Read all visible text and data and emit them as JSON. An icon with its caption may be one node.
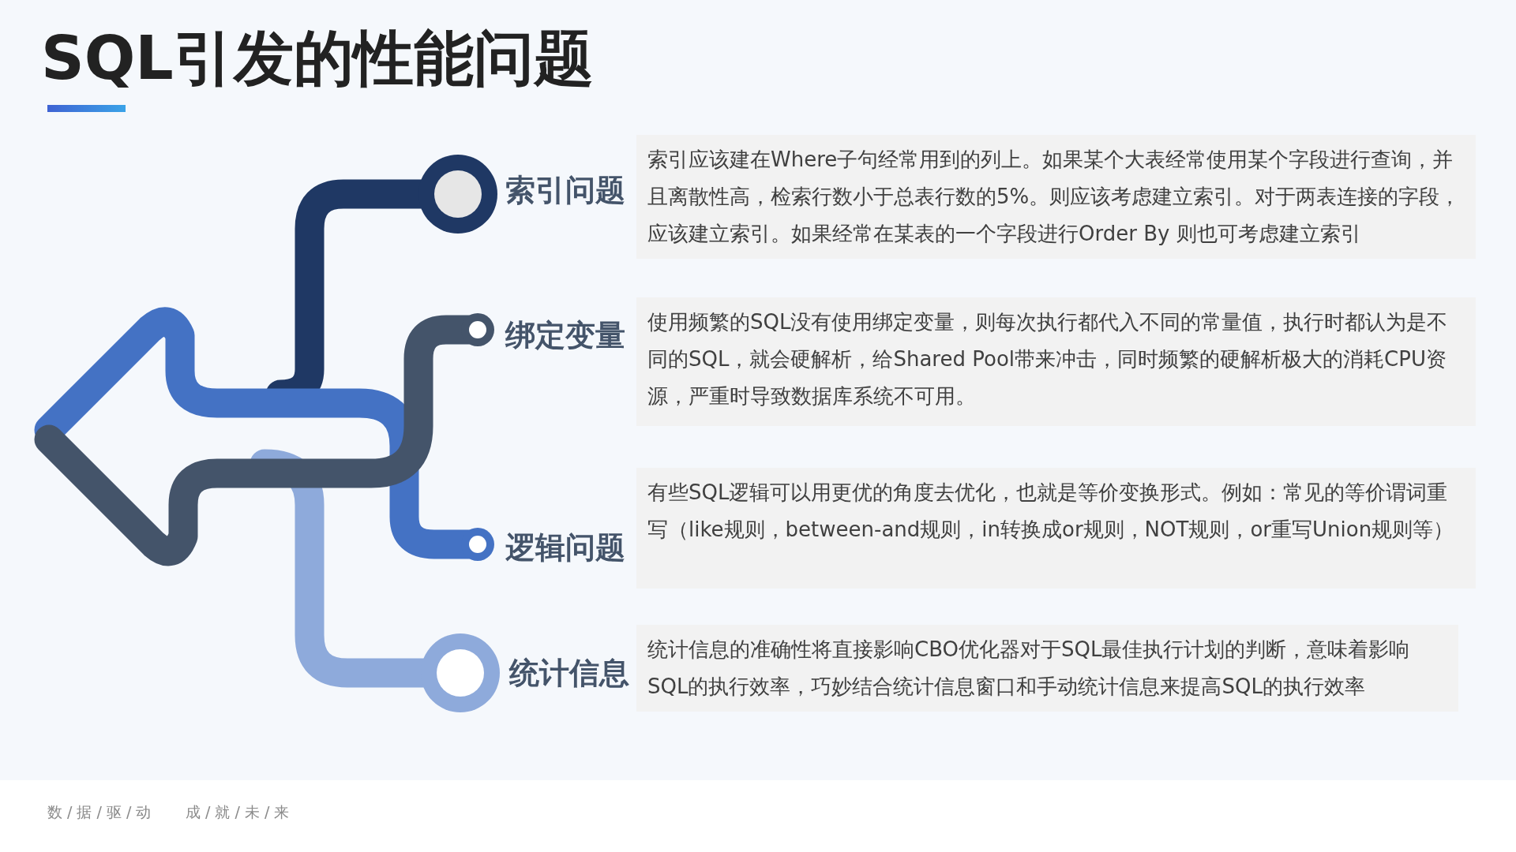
{
  "diagram": {
    "title": "SQL引发的性能问题",
    "nodes": [
      {
        "text": [
          "索引问题",
          "索引应该建在Where子句经常用到的列上。如果某个大表经常使用某个字段进行查询，并且离散性高，检索行数小于总表行数的5%。则应该考虑建立索引。对于两表连接的字段，应该建立索引。如果经常在某表的一个字段进行Order By 则也可考虑建立索引"
        ]
      },
      {
        "text": [
          "绑定变量",
          "使用频繁的SQL没有使用绑定变量，则每次执行都代入不同的常量值，执行时都认为是不同的SQL，就会硬解析，给Shared Pool带来冲击，同时频繁的硬解析极大的消耗CPU资源，严重时导致数据库系统不可用。"
        ]
      },
      {
        "text": [
          "逻辑问题",
          "有些SQL逻辑可以用更优的角度去优化，也就是等价变换形式。例如：常见的等价谓词重写（like规则，between-and规则，in转换成or规则，NOT规则，or重写Union规则等）"
        ]
      },
      {
        "text": [
          "统计信息",
          "统计信息的准确性将直接影响CBO优化器对于SQL最佳执行计划的判断，意味着影响SQL的执行效率，巧妙结合统计信息窗口和手动统计信息来提高SQL的执行效率"
        ]
      }
    ],
    "labels": [
      "数 / 据 / 驱 / 动",
      "成 / 就 / 未 / 来"
    ]
  }
}
